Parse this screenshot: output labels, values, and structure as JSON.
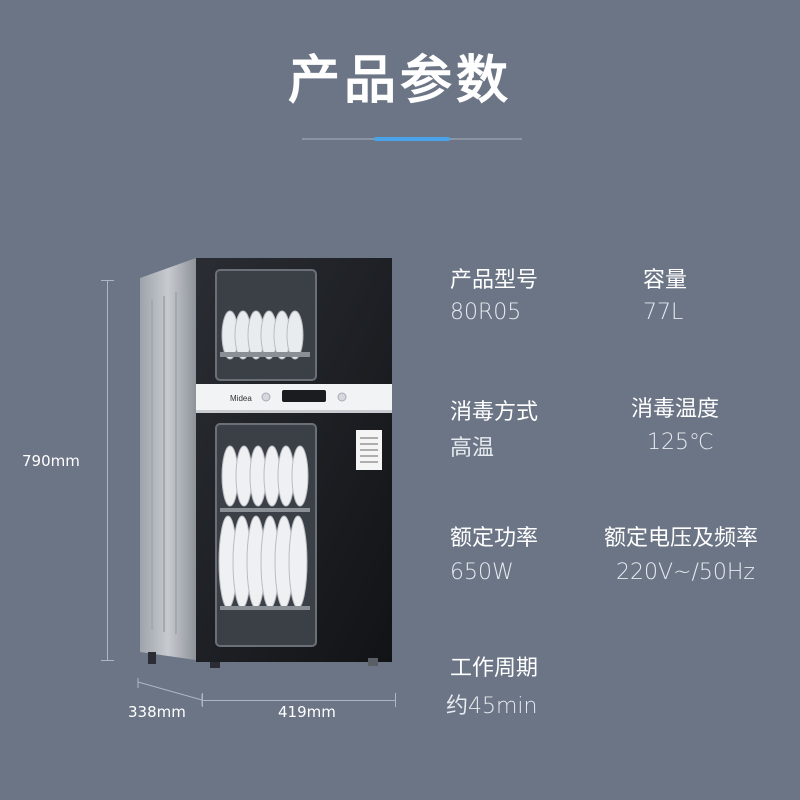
{
  "title": "产品参数",
  "specs": [
    {
      "label": "产品型号",
      "value": "80R05"
    },
    {
      "label": "容量",
      "value": "77L"
    },
    {
      "label": "消毒方式",
      "value": "高温"
    },
    {
      "label": "消毒温度",
      "value": "125℃"
    },
    {
      "label": "额定功率",
      "value": "650W"
    },
    {
      "label": "额定电压及频率",
      "value": "220V~/50Hz"
    },
    {
      "label": "工作周期",
      "value": "约45min"
    }
  ],
  "dimensions": {
    "height": "790mm",
    "depth": "338mm",
    "width": "419mm"
  },
  "brand": "Midea",
  "colors": {
    "background": "#6b7585",
    "accent": "#4aa3e8",
    "cabinet_glass": "#1a1c20",
    "cabinet_side": "#b8bcc2"
  }
}
